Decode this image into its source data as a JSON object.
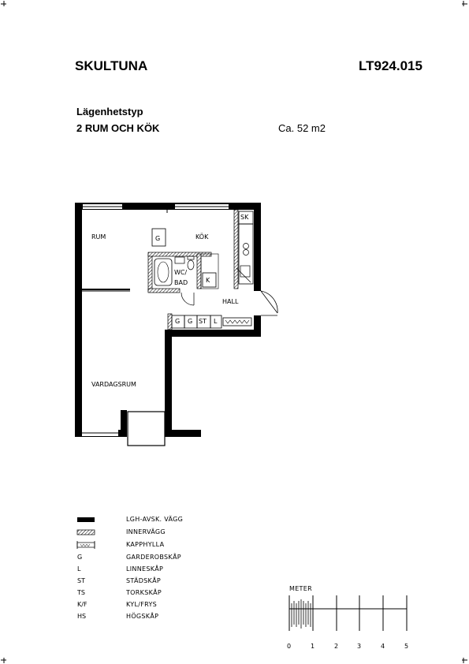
{
  "header": {
    "area_name": "SKULTUNA",
    "drawing_number": "LT924.015",
    "type_label": "Lägenhetstyp",
    "type_value": "2 RUM OCH KÖK",
    "size": "Ca. 52 m2"
  },
  "rooms": {
    "rum": "RUM",
    "kok": "KÖK",
    "wc_bad_line1": "WC/",
    "wc_bad_line2": "BAD",
    "hall": "HALL",
    "vardagsrum": "VARDAGSRUM",
    "sk": "SK",
    "g_kitchen": "G",
    "k": "K",
    "closets": [
      "G",
      "G",
      "ST",
      "L"
    ]
  },
  "legend": [
    {
      "symbol": "",
      "icon": "solid-wall-icon",
      "label": "LGH-AVSK. VÄGG"
    },
    {
      "symbol": "",
      "icon": "hatched-wall-icon",
      "label": "INNERVÄGG"
    },
    {
      "symbol": "",
      "icon": "hat-shelf-icon",
      "label": "KAPPHYLLA"
    },
    {
      "symbol": "G",
      "label": "GARDEROBSKÅP"
    },
    {
      "symbol": "L",
      "label": "LINNESKÅP"
    },
    {
      "symbol": "ST",
      "label": "STÄDSKÅP"
    },
    {
      "symbol": "TS",
      "label": "TORKSKÅP"
    },
    {
      "symbol": "K/F",
      "label": "KYL/FRYS"
    },
    {
      "symbol": "HS",
      "label": "HÖGSKÅP"
    }
  ],
  "scale": {
    "label": "METER",
    "ticks": [
      "0",
      "1",
      "2",
      "3",
      "4",
      "5"
    ]
  }
}
